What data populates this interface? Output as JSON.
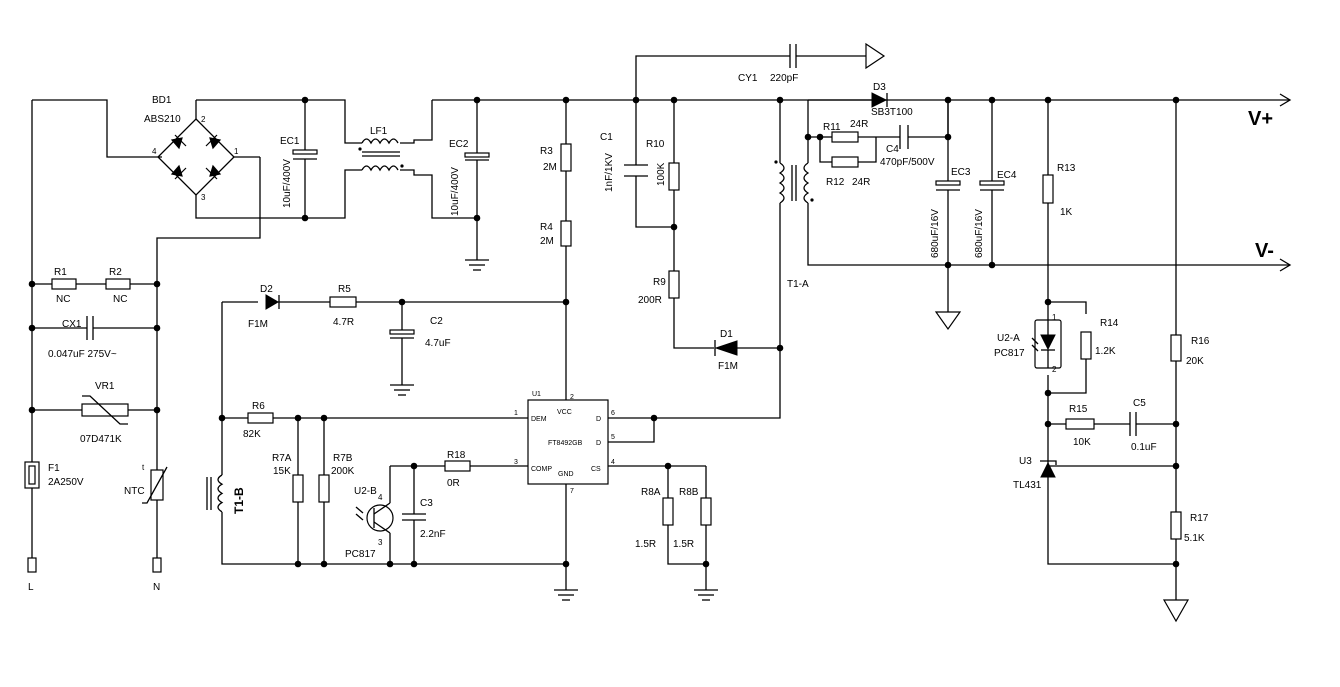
{
  "components": {
    "BD1": {
      "ref": "BD1",
      "value": "ABS210",
      "pins": [
        "4",
        "2",
        "1",
        "3"
      ]
    },
    "EC1": {
      "ref": "EC1",
      "value": "10uF/400V"
    },
    "LF1": {
      "ref": "LF1"
    },
    "EC2": {
      "ref": "EC2",
      "value": "10uF/400V"
    },
    "R3": {
      "ref": "R3",
      "value": "2M"
    },
    "R4": {
      "ref": "R4",
      "value": "2M"
    },
    "C1": {
      "ref": "C1",
      "value": "1nF/1KV"
    },
    "R10": {
      "ref": "R10",
      "value": "100K"
    },
    "R9": {
      "ref": "R9",
      "value": "200R"
    },
    "D1": {
      "ref": "D1",
      "value": "F1M"
    },
    "CY1": {
      "ref": "CY1",
      "value": "220pF"
    },
    "D3": {
      "ref": "D3",
      "value": "SB3T100"
    },
    "R11": {
      "ref": "R11",
      "value": "24R"
    },
    "R12": {
      "ref": "R12",
      "value": "24R"
    },
    "C4": {
      "ref": "C4",
      "value": "470pF/500V"
    },
    "EC3": {
      "ref": "EC3",
      "value": "680uF/16V"
    },
    "EC4": {
      "ref": "EC4",
      "value": "680uF/16V"
    },
    "T1A": {
      "ref": "T1-A"
    },
    "T1B": {
      "ref": "T1-B"
    },
    "R1": {
      "ref": "R1",
      "value": "NC"
    },
    "R2": {
      "ref": "R2",
      "value": "NC"
    },
    "CX1": {
      "ref": "CX1",
      "value": "0.047uF 275V~"
    },
    "VR1": {
      "ref": "VR1",
      "value": "07D471K"
    },
    "F1": {
      "ref": "F1",
      "value": "2A250V"
    },
    "NTC": {
      "ref": "NTC",
      "pin": "t"
    },
    "D2": {
      "ref": "D2",
      "value": "F1M"
    },
    "R5": {
      "ref": "R5",
      "value": "4.7R"
    },
    "C2": {
      "ref": "C2",
      "value": "4.7uF"
    },
    "R6": {
      "ref": "R6",
      "value": "82K"
    },
    "R7A": {
      "ref": "R7A",
      "value": "15K"
    },
    "R7B": {
      "ref": "R7B",
      "value": "200K"
    },
    "U2B": {
      "ref": "U2-B",
      "value": "PC817",
      "pins": [
        "4",
        "3"
      ]
    },
    "C3": {
      "ref": "C3",
      "value": "2.2nF"
    },
    "R18": {
      "ref": "R18",
      "value": "0R"
    },
    "U1": {
      "ref": "U1",
      "value": "FT8492GB",
      "pin_names": [
        "DEM",
        "VCC",
        "D",
        "D",
        "COMP",
        "GND",
        "CS"
      ],
      "pin_numbers": [
        "1",
        "2",
        "6",
        "5",
        "3",
        "7",
        "4"
      ]
    },
    "R8A": {
      "ref": "R8A",
      "value": "1.5R"
    },
    "R8B": {
      "ref": "R8B",
      "value": "1.5R"
    },
    "R13": {
      "ref": "R13",
      "value": "1K"
    },
    "U2A": {
      "ref": "U2-A",
      "value": "PC817",
      "pins": [
        "1",
        "2"
      ]
    },
    "R14": {
      "ref": "R14",
      "value": "1.2K"
    },
    "R15": {
      "ref": "R15",
      "value": "10K"
    },
    "C5": {
      "ref": "C5",
      "value": "0.1uF"
    },
    "U3": {
      "ref": "U3",
      "value": "TL431"
    },
    "R16": {
      "ref": "R16",
      "value": "20K"
    },
    "R17": {
      "ref": "R17",
      "value": "5.1K"
    }
  },
  "terminals": {
    "L": "L",
    "N": "N",
    "vplus": "V+",
    "vminus": "V-"
  }
}
